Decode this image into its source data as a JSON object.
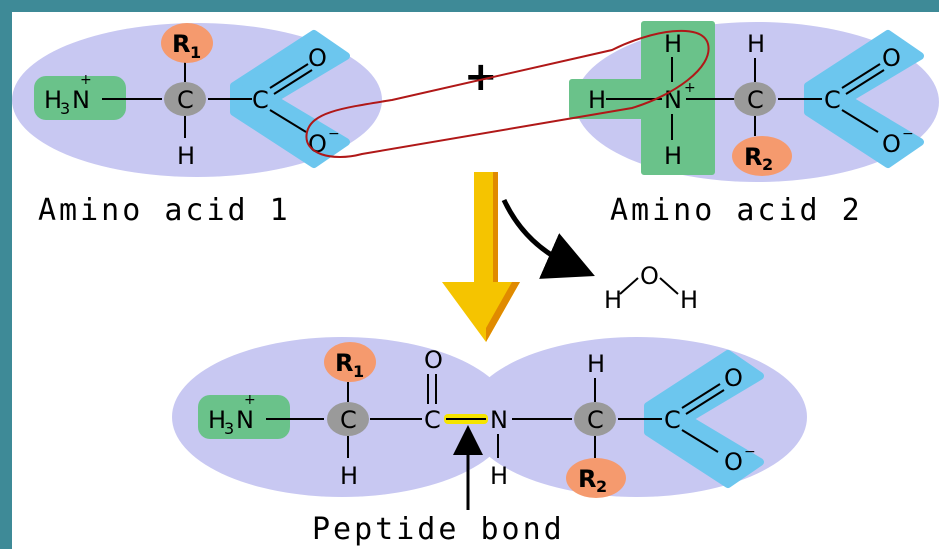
{
  "colors": {
    "background_frame": "#3e8a97",
    "molecule_blob": "#c8c8f2",
    "amino_group": "#6ac28a",
    "carboxyl_group": "#6cc6ee",
    "r_group": "#f59a6e",
    "alpha_carbon": "#9a9a9a",
    "highlight_outline": "#b01818",
    "reaction_arrow": "#f5c400",
    "peptide_bond": "#f5e400"
  },
  "labels": {
    "plus": "+",
    "amino_acid_1": "Amino acid 1",
    "amino_acid_2": "Amino acid 2",
    "peptide_bond": "Peptide bond"
  },
  "atoms": {
    "H": "H",
    "N": "N",
    "C": "C",
    "O": "O",
    "R": "R",
    "sub_3": "3",
    "sub_1": "1",
    "sub_2": "2",
    "plus_charge": "+",
    "minus_charge": "−"
  }
}
